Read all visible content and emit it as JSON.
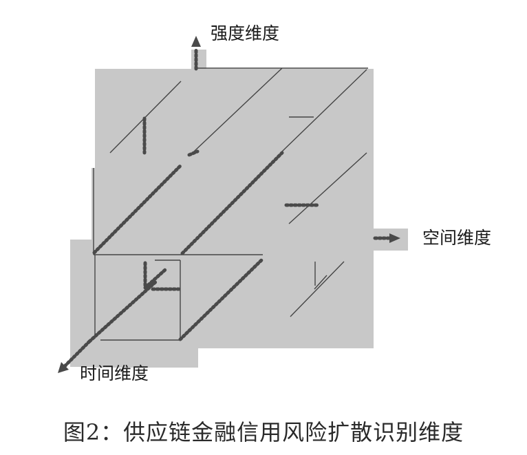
{
  "axes": {
    "strength": "强度维度",
    "space": "空间维度",
    "time": "时间维度"
  },
  "caption": "图2：供应链金融信用风险扩散识别维度",
  "colors": {
    "panel": "#c8c8c8",
    "line": "#444444",
    "dotted": "#4a4a4a",
    "arrow": "#4a4a4a"
  }
}
